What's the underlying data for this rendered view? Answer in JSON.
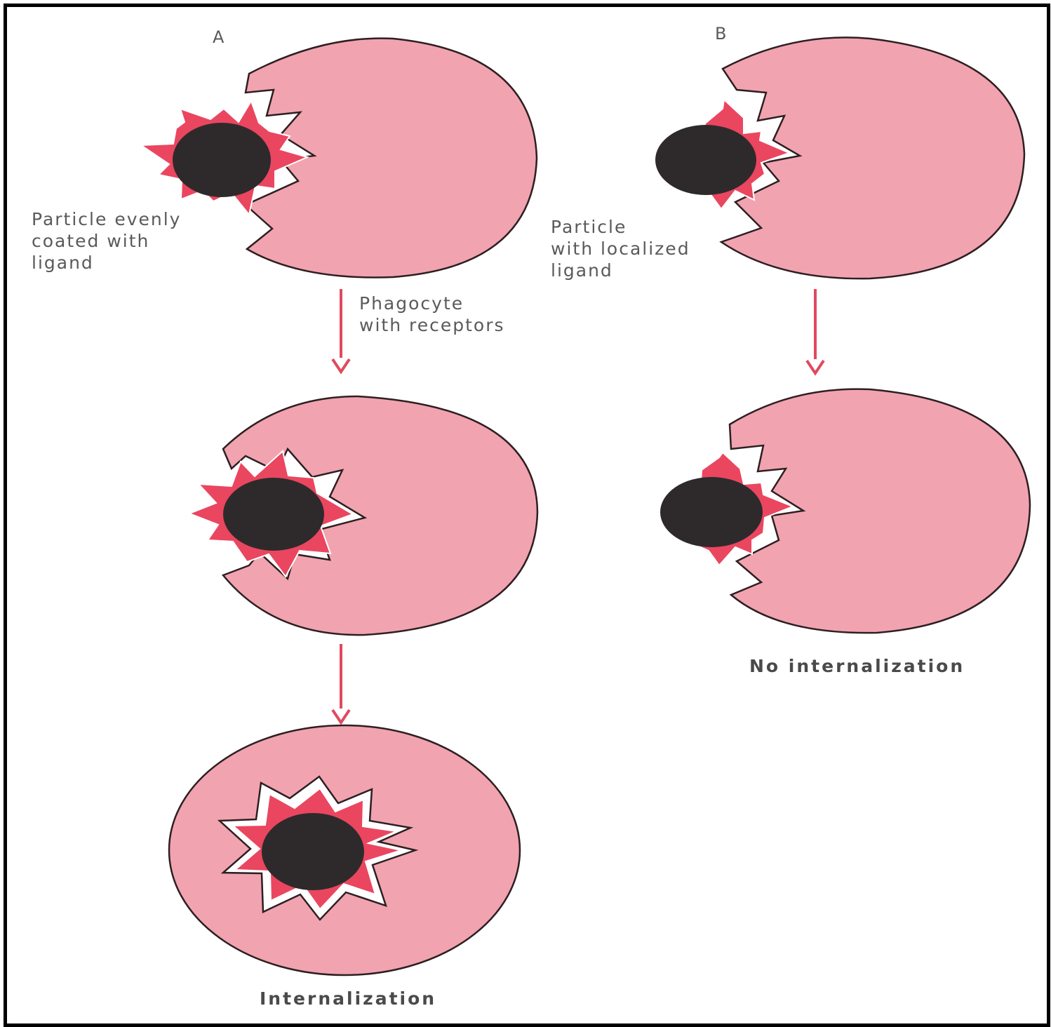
{
  "colors": {
    "cell_fill": "#f2a3b0",
    "cell_stroke": "#2d1f22",
    "ligand": "#ea4660",
    "particle": "#2e2a2c",
    "arrow": "#e04a5e",
    "label_text": "#5a5a5a"
  },
  "panel_a": {
    "letter": "A",
    "particle_label": [
      "Particle evenly",
      "coated with",
      "ligand"
    ],
    "phagocyte_label": [
      "Phagocyte",
      "with receptors"
    ],
    "caption": "Internalization"
  },
  "panel_b": {
    "letter": "B",
    "particle_label": [
      "Particle",
      "with localized",
      "ligand"
    ],
    "caption": "No internalization"
  }
}
